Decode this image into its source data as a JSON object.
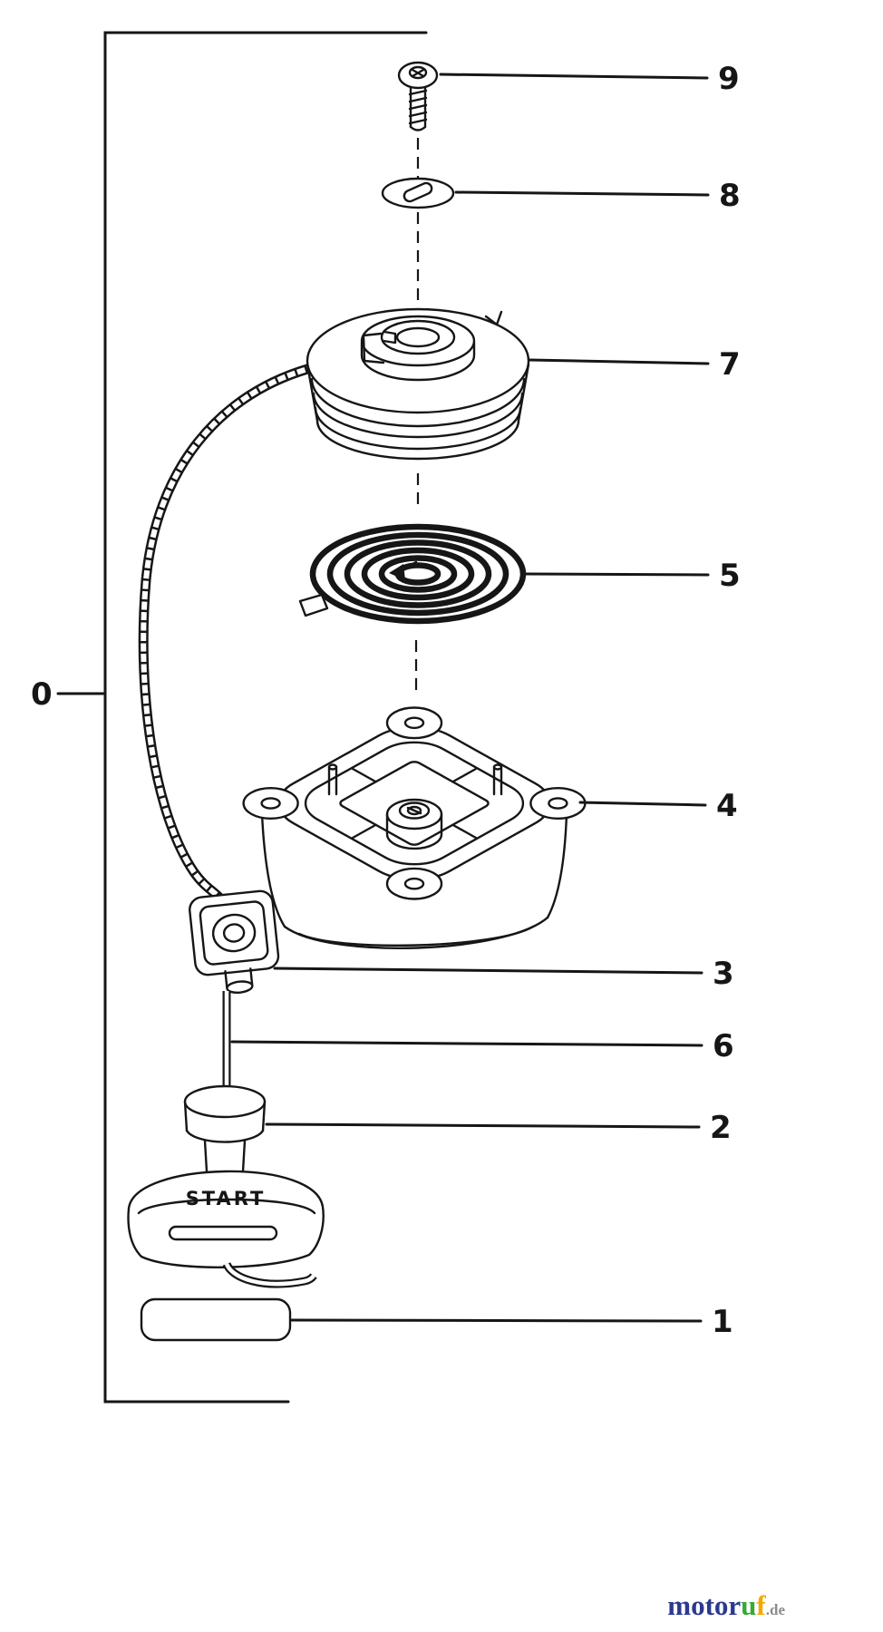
{
  "diagram": {
    "type": "exploded-parts-diagram",
    "subject": "recoil-starter-assembly",
    "ink_color": "#161616",
    "background": "#ffffff",
    "handle_label": "START",
    "callouts": {
      "c0": {
        "label": "0"
      },
      "c1": {
        "label": "1"
      },
      "c2": {
        "label": "2"
      },
      "c3": {
        "label": "3"
      },
      "c4": {
        "label": "4"
      },
      "c5": {
        "label": "5"
      },
      "c6": {
        "label": "6"
      },
      "c7": {
        "label": "7"
      },
      "c8": {
        "label": "8"
      },
      "c9": {
        "label": "9"
      }
    }
  },
  "watermark": {
    "segments": [
      {
        "text": "motor",
        "color": "#2b3990"
      },
      {
        "text": "u",
        "color": "#39a935"
      },
      {
        "text": "f",
        "color": "#f7a600"
      }
    ],
    "suffix": ".de",
    "suffix_color": "#8c8c8c"
  }
}
